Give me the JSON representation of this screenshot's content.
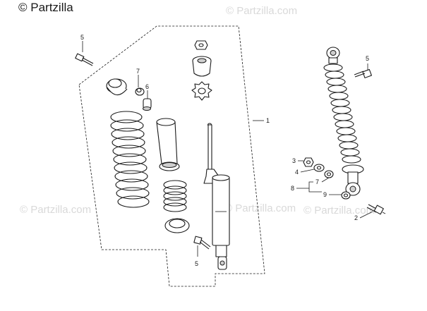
{
  "watermarks": {
    "top_left": "© Partzilla",
    "top_right": "© Partzilla.com",
    "mid_left": "© Partzilla.com",
    "mid_center": "© Partzilla.com",
    "mid_right": "© Partzilla.com"
  },
  "callouts": {
    "c1": "1",
    "c2": "2",
    "c3": "3",
    "c4": "4",
    "c5_left": "5",
    "c5_bottom": "5",
    "c5_right": "5",
    "c6": "6",
    "c7_left": "7",
    "c7_right": "7",
    "c8": "8",
    "c9": "9"
  }
}
